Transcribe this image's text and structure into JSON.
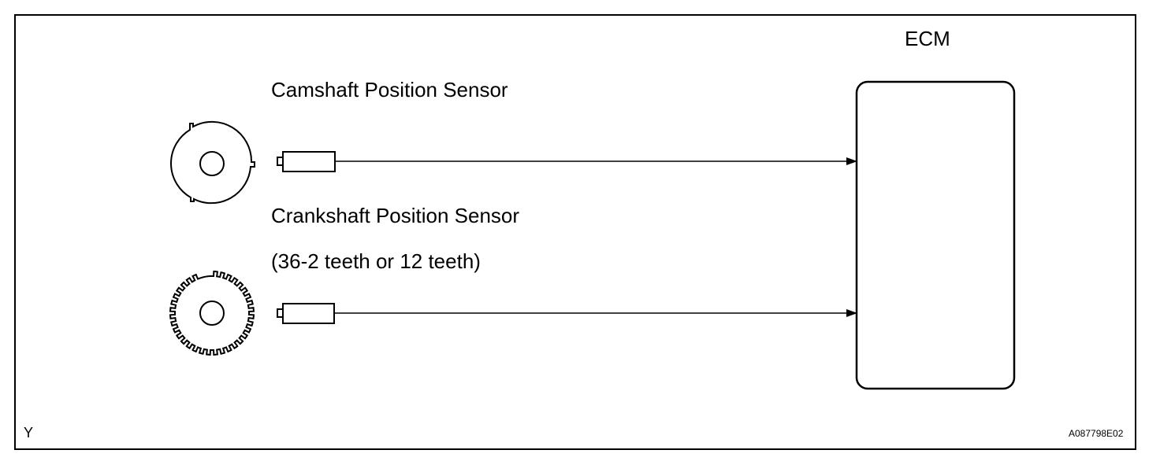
{
  "labels": {
    "ecm": "ECM",
    "camshaft_sensor": "Camshaft Position Sensor",
    "crankshaft_sensor": "Crankshaft Position Sensor",
    "crankshaft_teeth_note": "(36-2 teeth or 12 teeth)",
    "corner_mark": "Y",
    "figure_id": "A087798E02"
  },
  "components": {
    "camshaft_timing_rotor_icon": "cam-rotor-with-notches",
    "crankshaft_timing_rotor_icon": "toothed-crank-rotor",
    "sensor_icon": "sensor-probe",
    "ecm_icon": "rounded-rectangle-box"
  },
  "colors": {
    "line": "#000000",
    "background": "#ffffff"
  }
}
